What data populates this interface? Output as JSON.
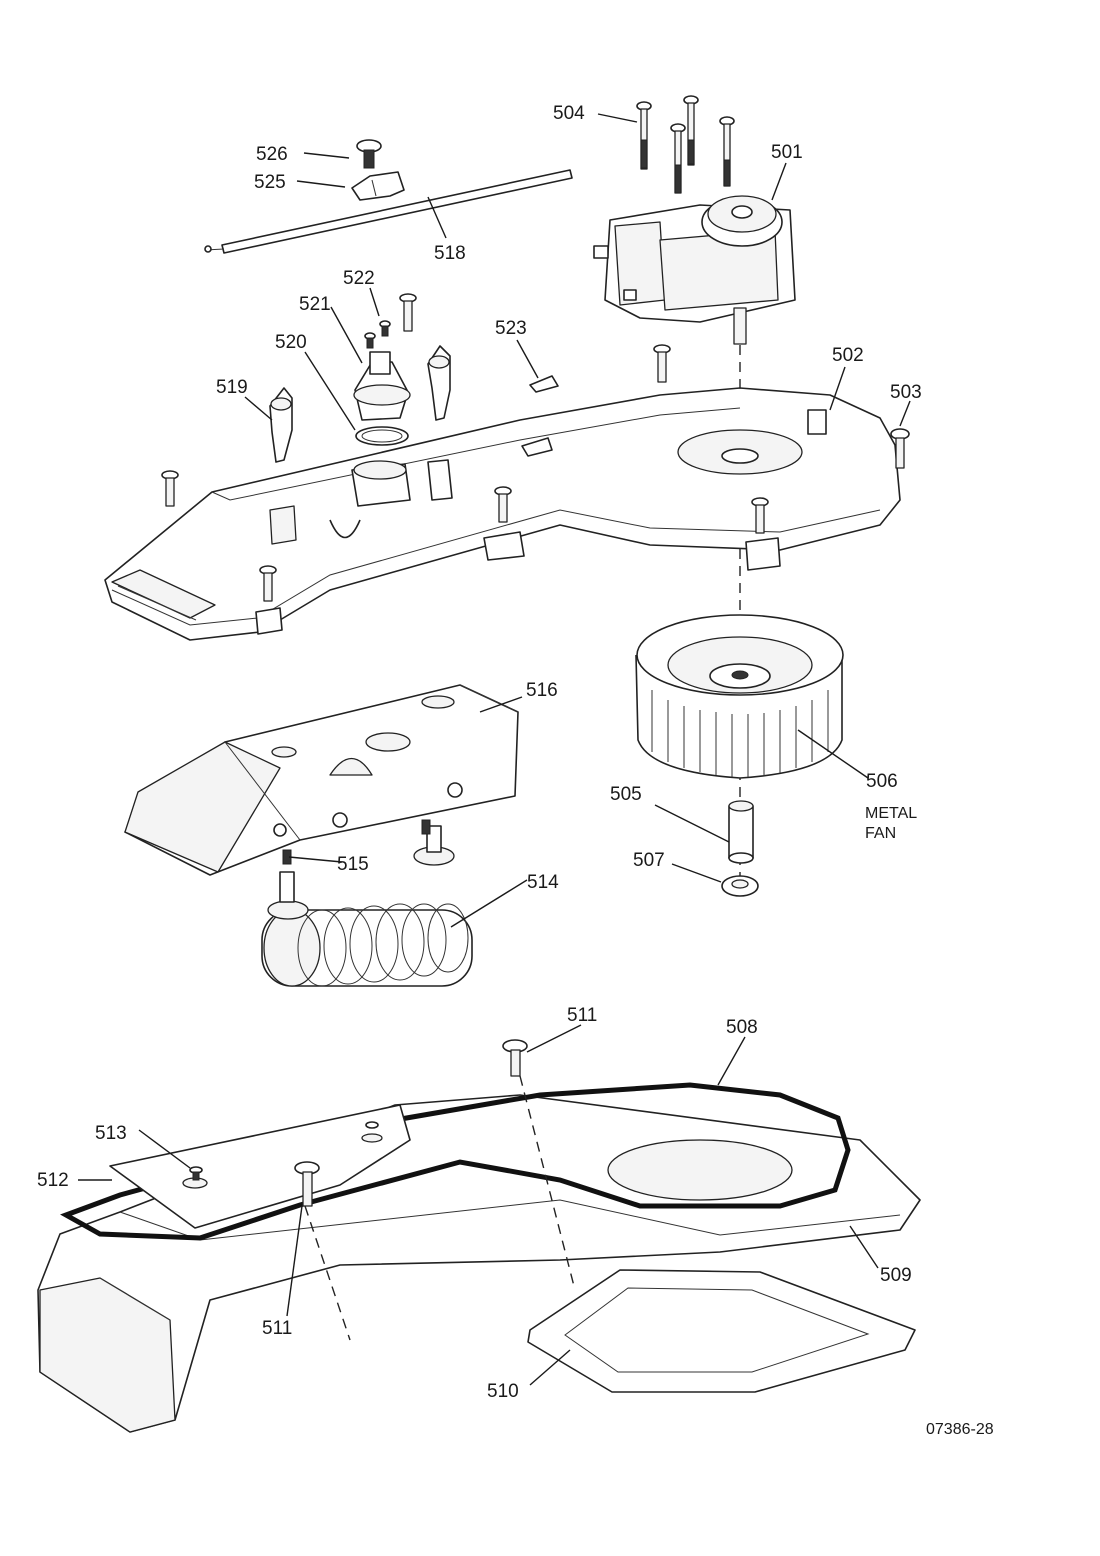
{
  "labels": {
    "p501": "501",
    "p502": "502",
    "p503": "503",
    "p504": "504",
    "p505": "505",
    "p506": "506",
    "p507": "507",
    "p508": "508",
    "p509": "509",
    "p510": "510",
    "p511a": "511",
    "p511b": "511",
    "p512": "512",
    "p513": "513",
    "p514": "514",
    "p515": "515",
    "p516": "516",
    "p518": "518",
    "p519": "519",
    "p520": "520",
    "p521": "521",
    "p522": "522",
    "p523": "523",
    "p525": "525",
    "p526": "526"
  },
  "notes": {
    "fan_line1": "METAL",
    "fan_line2": "FAN"
  },
  "figure_id": "07386-28"
}
